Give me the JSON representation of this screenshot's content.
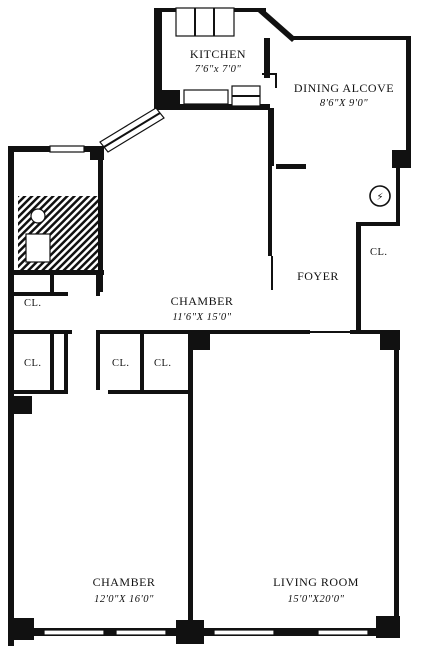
{
  "rooms": {
    "kitchen": {
      "name": "KITCHEN",
      "size": "7'6\"x 7'0\""
    },
    "dining_alcove": {
      "name": "DINING ALCOVE",
      "size": "8'6\"X 9'0\""
    },
    "chamber_upper": {
      "name": "CHAMBER",
      "size": "11'6\"X 15'0\""
    },
    "foyer": {
      "name": "FOYER"
    },
    "chamber_lower": {
      "name": "CHAMBER",
      "size": "12'0\"X 16'0\""
    },
    "living_room": {
      "name": "LIVING ROOM",
      "size": "15'0\"X20'0\""
    }
  },
  "closets": [
    "CL.",
    "CL.",
    "CL.",
    "CL.",
    "CL."
  ]
}
